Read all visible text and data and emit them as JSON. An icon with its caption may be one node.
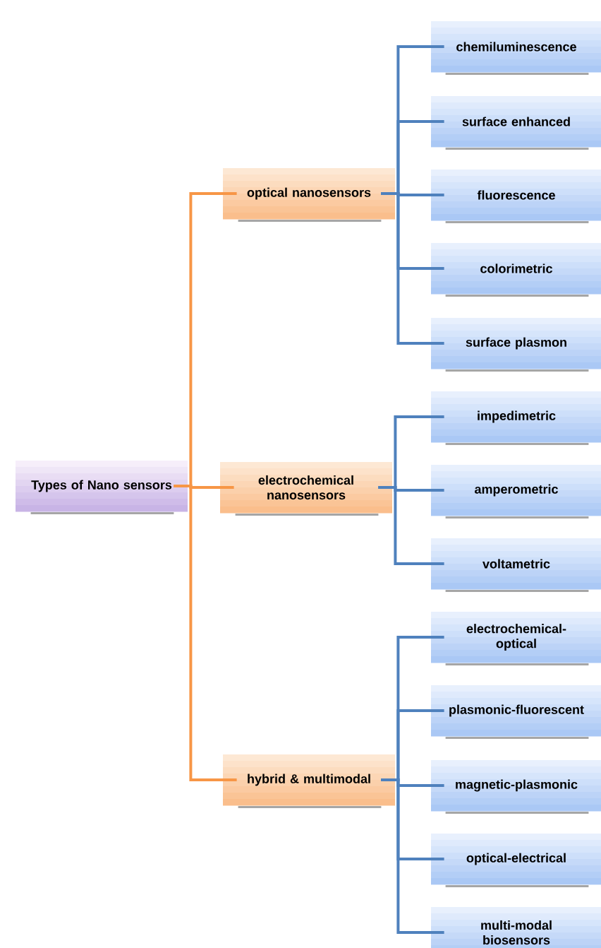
{
  "diagram": {
    "nodes": [
      {
        "text": [
          "Types of Nano sensors"
        ]
      },
      {
        "text": [
          "optical nanosensors"
        ]
      },
      {
        "text": [
          "electrochemical nanosensors"
        ]
      },
      {
        "text": [
          "hybrid & multimodal"
        ]
      },
      {
        "text": [
          "chemiluminescence"
        ]
      },
      {
        "text": [
          "surface enhanced"
        ]
      },
      {
        "text": [
          "fluorescence"
        ]
      },
      {
        "text": [
          "colorimetric"
        ]
      },
      {
        "text": [
          "surface plasmon"
        ]
      },
      {
        "text": [
          "impedimetric"
        ]
      },
      {
        "text": [
          "amperometric"
        ]
      },
      {
        "text": [
          "voltametric"
        ]
      },
      {
        "text": [
          "electrochemical-optical"
        ]
      },
      {
        "text": [
          "plasmonic-fluorescent"
        ]
      },
      {
        "text": [
          "magnetic-plasmonic"
        ]
      },
      {
        "text": [
          "optical-electrical"
        ]
      },
      {
        "text": [
          "multi-modal biosensors"
        ]
      }
    ],
    "edges": [
      {
        "from": 0,
        "to": 1,
        "arrow": "none",
        "color": "#f79646"
      },
      {
        "from": 0,
        "to": 2,
        "arrow": "none",
        "color": "#f79646"
      },
      {
        "from": 0,
        "to": 3,
        "arrow": "none",
        "color": "#f79646"
      },
      {
        "from": 1,
        "to": 4,
        "arrow": "none"
      },
      {
        "from": 1,
        "to": 5,
        "arrow": "none"
      },
      {
        "from": 1,
        "to": 6,
        "arrow": "none"
      },
      {
        "from": 1,
        "to": 7,
        "arrow": "none"
      },
      {
        "from": 1,
        "to": 8,
        "arrow": "none"
      },
      {
        "from": 2,
        "to": 9,
        "arrow": "none"
      },
      {
        "from": 2,
        "to": 10,
        "arrow": "none"
      },
      {
        "from": 2,
        "to": 11,
        "arrow": "none"
      },
      {
        "from": 3,
        "to": 12,
        "arrow": "none"
      },
      {
        "from": 3,
        "to": 13,
        "arrow": "none"
      },
      {
        "from": 3,
        "to": 14,
        "arrow": "none"
      },
      {
        "from": 3,
        "to": 15,
        "arrow": "none"
      },
      {
        "from": 3,
        "to": 16,
        "arrow": "none"
      }
    ]
  }
}
